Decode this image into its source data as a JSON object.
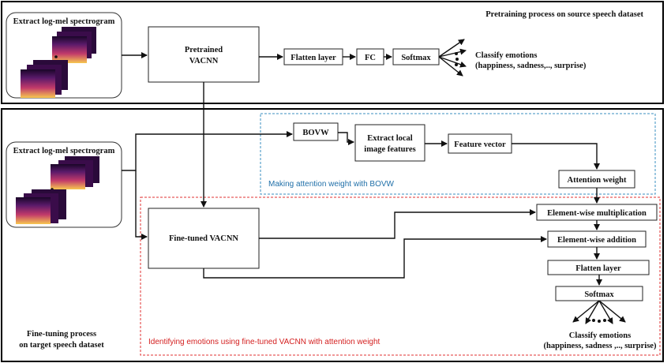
{
  "sections": {
    "pretraining_title": "Pretraining process on source speech dataset",
    "finetuning_title_line1": "Fine-tuning process",
    "finetuning_title_line2": "on target speech dataset",
    "attention_region_caption": "Making attention weight with BOVW",
    "identify_region_caption": "Identifying emotions using fine-tuned VACNN with attention weight"
  },
  "pretraining": {
    "input_label": "Extract log-mel spectrogram",
    "model_line1": "Pretrained",
    "model_line2": "VACNN",
    "flatten": "Flatten layer",
    "fc": "FC",
    "softmax": "Softmax",
    "output_line1": "Classify emotions",
    "output_line2": "(happiness, sadness,.., surprise)"
  },
  "finetuning": {
    "input_label": "Extract log-mel spectrogram",
    "bovw": "BOVW",
    "extract_line1": "Extract local",
    "extract_line2": "image features",
    "feature_vector": "Feature vector",
    "attention_weight": "Attention weight",
    "model": "Fine-tuned VACNN",
    "multiply": "Element-wise multiplication",
    "addition": "Element-wise addition",
    "flatten": "Flatten layer",
    "softmax": "Softmax",
    "output_line1": "Classify emotions",
    "output_line2": "(happiness, sadness ,.., surprise)"
  },
  "colors": {
    "attention_region": "#3a8fc0",
    "identify_region": "#e03030",
    "spectrogram_dark": "#2a0a3a",
    "spectrogram_mid": "#b8306a",
    "spectrogram_hot": "#f7c850"
  }
}
